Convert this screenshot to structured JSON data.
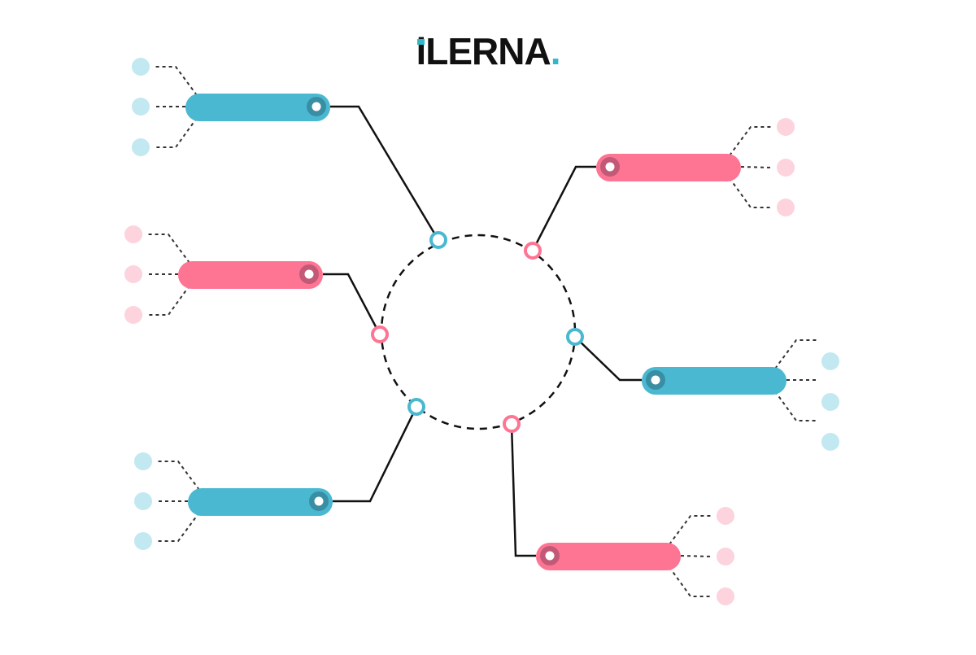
{
  "logo": {
    "text_i": "i",
    "text_rest": "LERNA",
    "dot": ".",
    "accent": "#2eb8c9"
  },
  "colors": {
    "blue": "#4ab8d0",
    "blue_dark": "#3a8ea3",
    "pink": "#fe7594",
    "pink_dark": "#c25a77",
    "light_blue": "#c2e8f1",
    "light_pink": "#fdd3de",
    "line": "#111111",
    "dash": "#333333"
  },
  "diagram": {
    "hub": "dashed-circle",
    "branches": [
      {
        "id": "top-left",
        "color": "blue",
        "leaves": 3
      },
      {
        "id": "middle-left",
        "color": "pink",
        "leaves": 3
      },
      {
        "id": "bottom-left",
        "color": "blue",
        "leaves": 3
      },
      {
        "id": "top-right",
        "color": "pink",
        "leaves": 3
      },
      {
        "id": "middle-right",
        "color": "blue",
        "leaves": 3
      },
      {
        "id": "bottom-right",
        "color": "pink",
        "leaves": 3
      }
    ]
  }
}
